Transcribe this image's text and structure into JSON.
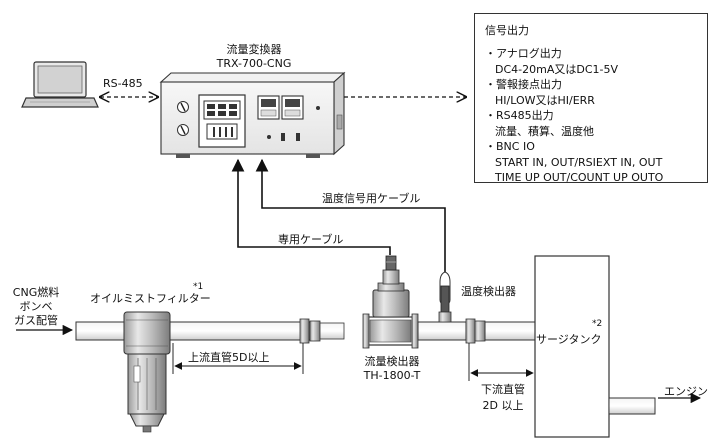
{
  "labels": {
    "rs485": "RS-485",
    "converter_title": "流量変換器",
    "converter_model": "TRX-700-CNG",
    "temp_cable": "温度信号用ケーブル",
    "dedicated_cable": "専用ケーブル",
    "cng_line1": "CNG燃料",
    "cng_line2": "ボンベ",
    "cng_line3": "ガス配管",
    "oil_filter": "オイルミストフィルター",
    "note1": "*1",
    "upstream_pipe": "上流直管5D以上",
    "flow_detector_title": "流量検出器",
    "flow_detector_model": "TH-1800-T",
    "temp_detector": "温度検出器",
    "downstream_pipe_1": "下流直管",
    "downstream_pipe_2": "2D 以上",
    "surge_tank": "サージタンク",
    "note2": "*2",
    "engine": "エンジン"
  },
  "signal_output": {
    "title": "信号出力",
    "items": [
      {
        "bullet": "・アナログ出力",
        "detail": [
          "DC4-20mA又はDC1-5V"
        ]
      },
      {
        "bullet": "・警報接点出力",
        "detail": [
          "HI/LOW又はHI/ERR"
        ]
      },
      {
        "bullet": "・RS485出力",
        "detail": [
          "流量、積算、温度他"
        ]
      },
      {
        "bullet": "・BNC IO",
        "detail": [
          "START IN, OUT/RSIEXT IN, OUT",
          "TIME UP OUT/COUNT UP OUTO"
        ]
      }
    ]
  }
}
